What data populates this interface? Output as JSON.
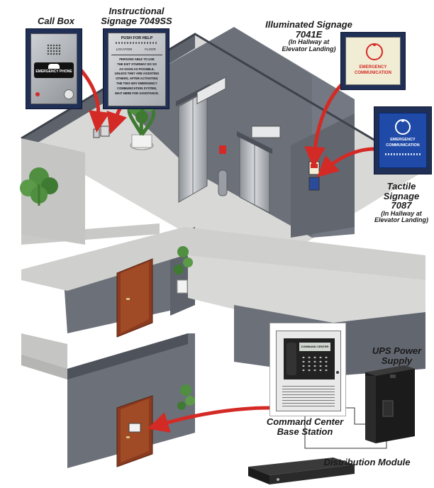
{
  "labels": {
    "call_box": "Call Box",
    "instructional_line1": "Instructional",
    "instructional_line2": "Signage 7049SS",
    "illuminated_line1": "Illuminated Signage",
    "illuminated_line2": "7041E",
    "illuminated_note1": "(In Hallway at",
    "illuminated_note2": "Elevator Landing)",
    "tactile_line1": "Tactile",
    "tactile_line2": "Signage",
    "tactile_line3": "7087",
    "tactile_note1": "(In Hallway at",
    "tactile_note2": "Elevator Landing)",
    "ups_line1": "UPS Power",
    "ups_line2": "Supply",
    "command_line1": "Command Center",
    "command_line2": "Base Station",
    "distribution": "Distribution Module"
  },
  "call_box_panel": {
    "phone_label": "EMERGENCY PHONE"
  },
  "instructional_sign": {
    "heading": "PUSH FOR HELP",
    "col_left": "LOCATION",
    "col_right": "FLOOR",
    "body": [
      "PERSONS ABLE TO USE",
      "THE EXIT STAIRWAY DO SO",
      "AS SOON AS POSSIBLE,",
      "UNLESS THEY ARE ASSISTING",
      "OTHERS. AFTER ACTIVATING",
      "THE TWO-WAY EMERGENCY",
      "COMMUNICATION SYSTEM,",
      "WAIT HERE FOR ASSISTANCE."
    ]
  },
  "illuminated_sign": {
    "line1": "EMERGENCY",
    "line2": "COMMUNICATION"
  },
  "tactile_sign": {
    "line1": "EMERGENCY",
    "line2": "COMMUNICATION"
  },
  "command_center": {
    "screen_label": "COMMAND CENTER"
  },
  "colors": {
    "wall_gray": "#6b7079",
    "floor_light": "#d8d8d6",
    "navy": "#1f2f55",
    "arrow_red": "#d42a26",
    "door_brown": "#8a3a1e",
    "elevator_steel": "#b9bcc0"
  }
}
